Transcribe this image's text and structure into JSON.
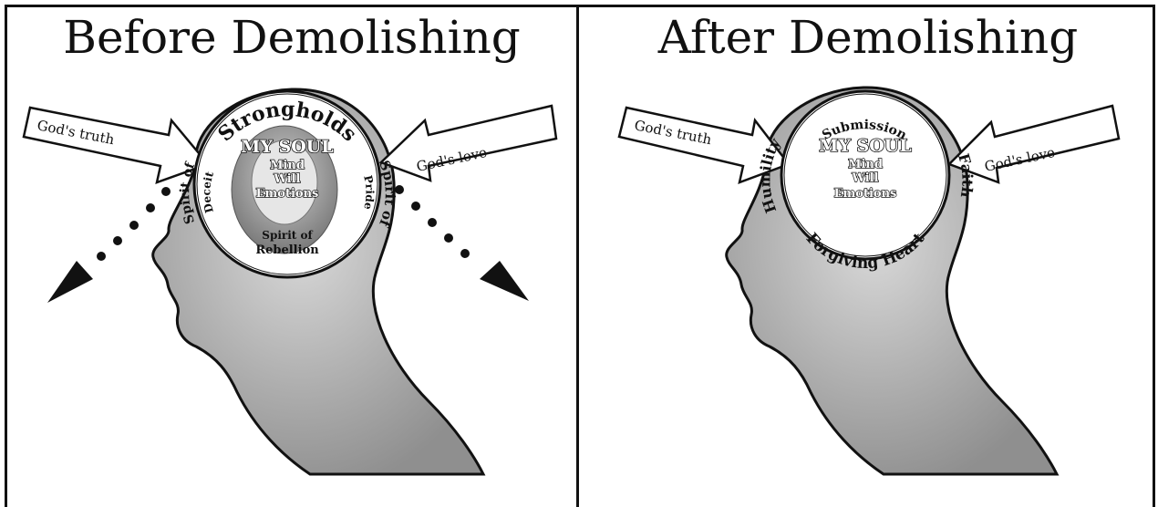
{
  "left_panel": {
    "title": "Before Demolishing",
    "arrow_left_label": "God's truth",
    "arrow_right_label": "God's love",
    "soul_title": "MY SOUL",
    "soul_lines": [
      "Mind",
      "Will",
      "Emotions"
    ],
    "ring_top": "Strongholds",
    "ring_left_1": "Spirit of",
    "ring_left_2": "Deceit",
    "ring_right_1": "Spirit of",
    "ring_right_2": "Pride",
    "ring_bottom_1": "Spirit of",
    "ring_bottom_2": "Rebellion"
  },
  "right_panel": {
    "title": "After Demolishing",
    "arrow_left_label": "God's truth",
    "arrow_right_label": "God's love",
    "soul_title": "MY SOUL",
    "soul_lines": [
      "Mind",
      "Will",
      "Emotions"
    ],
    "ring_top": "Submission",
    "ring_left": "Humility",
    "ring_right": "Faith",
    "ring_bottom": "Forgiving Heart"
  },
  "colors": {
    "head_fill": "#b3b3b3",
    "head_stroke": "#111111",
    "line": "#111111",
    "background": "#ffffff"
  }
}
